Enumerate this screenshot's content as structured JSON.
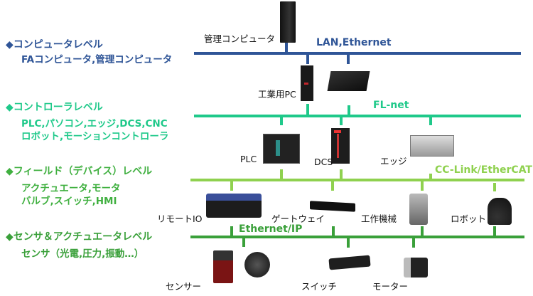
{
  "colors": {
    "computer": "#2f5597",
    "controller": "#1fc98a",
    "field": "#8fd14f",
    "sensor": "#3aa03a"
  },
  "levels": [
    {
      "heading": "◆コンピュータレベル",
      "lines": [
        "FAコンピュータ,管理コンピュータ"
      ]
    },
    {
      "heading": "◆コントローラレベル",
      "lines": [
        "PLC,パソコン,エッジ,DCS,CNC",
        "ロボット,モーションコントローラ"
      ]
    },
    {
      "heading": "◆フィールド（デバイス）レベル",
      "lines": [
        "アクチュエータ,モータ",
        "バルブ,スイッチ,HMI"
      ]
    },
    {
      "heading": "◆センサ＆アクチュエータレベル",
      "lines": [
        "センサ（光電,圧力,振動…）"
      ]
    }
  ],
  "networks": [
    "LAN,Ethernet",
    "FL-net",
    "CC-Link/EtherCAT",
    "Ethernet/IP"
  ],
  "devices": {
    "mgmt_pc": "管理コンピュータ",
    "ind_pc": "工業用PC",
    "plc": "PLC",
    "dcs": "DCS",
    "edge": "エッジ",
    "remote_io": "リモートIO",
    "gateway": "ゲートウェイ",
    "machine_tool": "工作機械",
    "robot": "ロボット",
    "sensor": "センサー",
    "switch": "スイッチ",
    "motor": "モーター"
  }
}
